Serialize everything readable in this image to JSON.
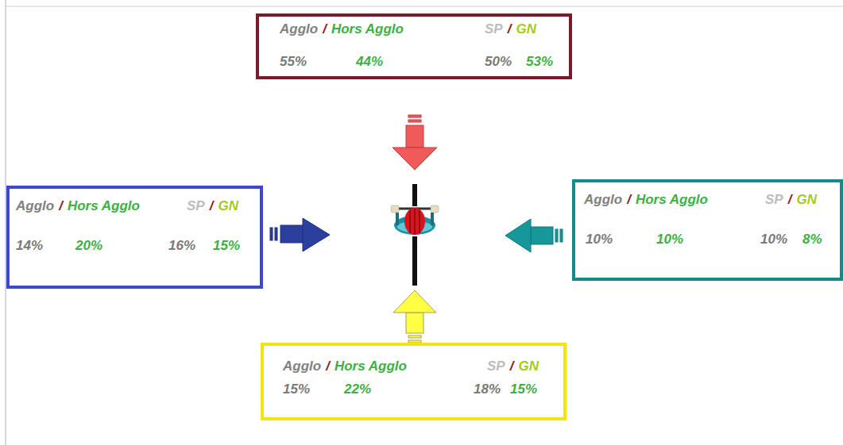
{
  "diagram": {
    "nodes": [
      {
        "text": [
          "Agglo",
          "/",
          "Hors Agglo",
          "SP",
          "/",
          "GN",
          "55%",
          "44%",
          "50%",
          "53%"
        ]
      },
      {
        "text": [
          "Agglo",
          "/",
          "Hors Agglo",
          "SP",
          "/",
          "GN",
          "14%",
          "20%",
          "16%",
          "15%"
        ]
      },
      {
        "text": [
          "Agglo",
          "/",
          "Hors Agglo",
          "SP",
          "/",
          "GN",
          "10%",
          "10%",
          "10%",
          "8%"
        ]
      },
      {
        "text": [
          "Agglo",
          "/",
          "Hors Agglo",
          "SP",
          "/",
          "GN",
          "15%",
          "22%",
          "18%",
          "15%"
        ]
      }
    ]
  }
}
